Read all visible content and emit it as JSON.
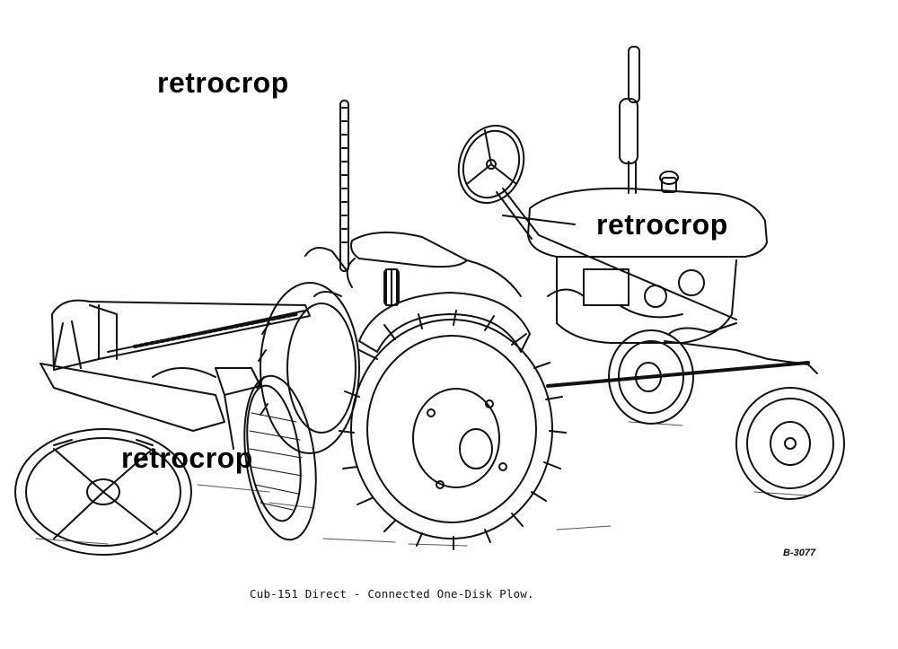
{
  "watermarks": [
    "retrocrop",
    "retrocrop",
    "retrocrop"
  ],
  "drawing_code": "B-3077",
  "caption": "Cub-151 Direct - Connected One-Disk Plow.",
  "colors": {
    "ink": "#111111",
    "background": "#ffffff"
  }
}
